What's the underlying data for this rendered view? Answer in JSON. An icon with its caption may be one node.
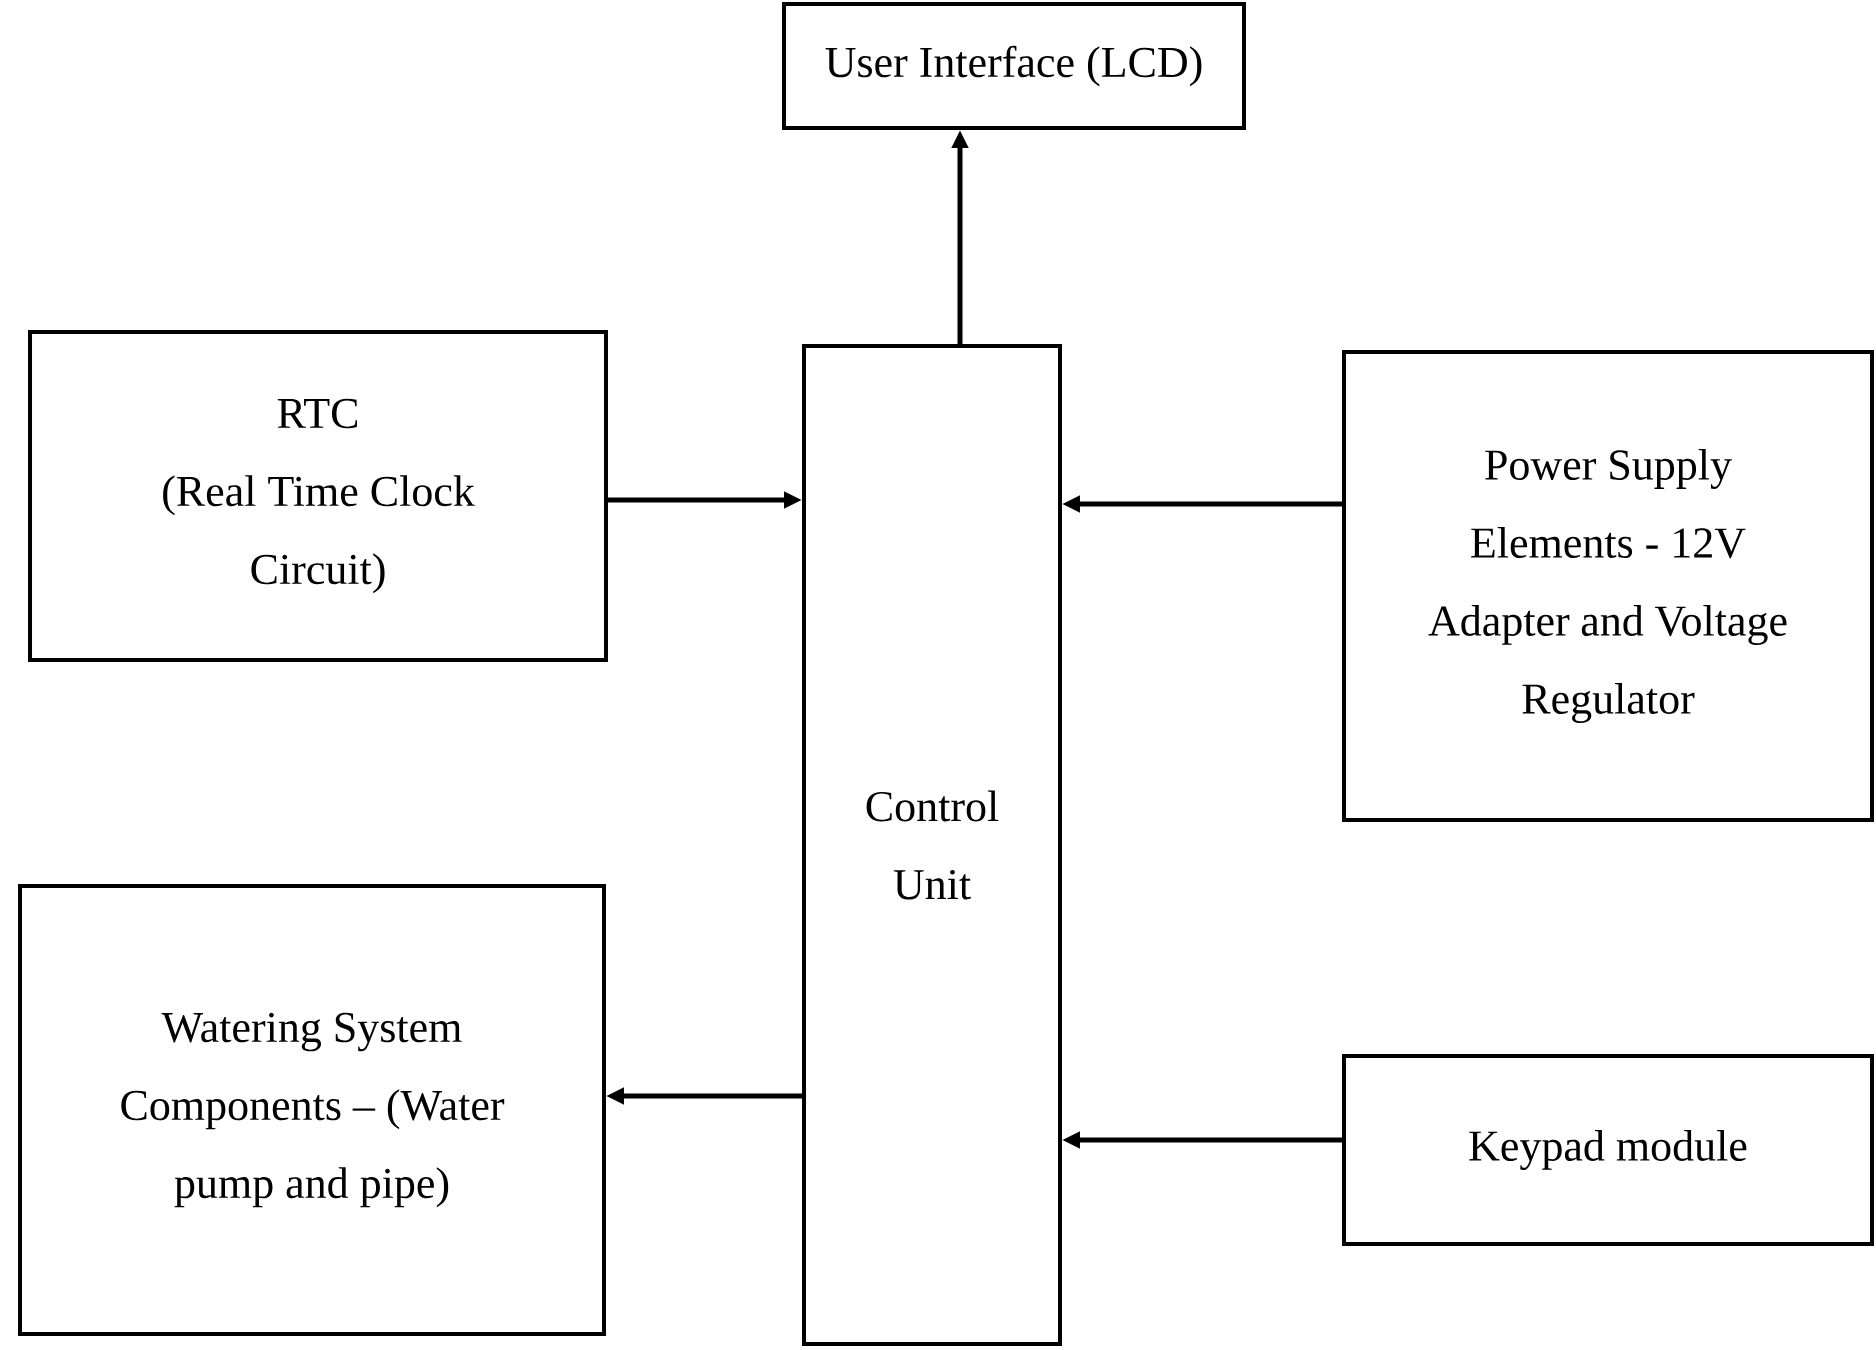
{
  "diagram": {
    "nodes": [
      {
        "text": [
          "User Interface (LCD)"
        ]
      },
      {
        "text": [
          "RTC",
          "(Real Time Clock Circuit)"
        ]
      },
      {
        "text": [
          "Control Unit"
        ]
      },
      {
        "text": [
          "Power Supply Elements - 12V Adapter and Voltage Regulator"
        ]
      },
      {
        "text": [
          "Watering System Components – (Water pump and pipe)"
        ]
      },
      {
        "text": [
          "Keypad module"
        ]
      }
    ],
    "edges": [
      {
        "from": 2,
        "to": 0,
        "arrow": "to"
      },
      {
        "from": 1,
        "to": 2,
        "arrow": "to"
      },
      {
        "from": 3,
        "to": 2,
        "arrow": "to"
      },
      {
        "from": 2,
        "to": 4,
        "arrow": "to"
      },
      {
        "from": 5,
        "to": 2,
        "arrow": "to"
      }
    ]
  }
}
